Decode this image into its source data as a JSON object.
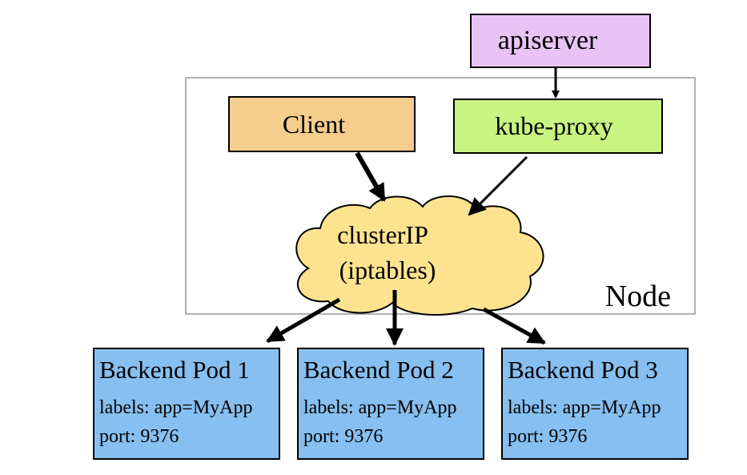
{
  "apiserver": {
    "label": "apiserver",
    "color": "#eac3f5"
  },
  "node": {
    "label": "Node"
  },
  "client": {
    "label": "Client",
    "color": "#f5cd8c"
  },
  "kube_proxy": {
    "label": "kube-proxy",
    "color": "#c8f582"
  },
  "cluster_ip": {
    "line1": "clusterIP",
    "line2": "(iptables)",
    "color": "#fde38f"
  },
  "pods": [
    {
      "title": "Backend Pod 1",
      "labels": "labels: app=MyApp",
      "port": "port: 9376"
    },
    {
      "title": "Backend Pod 2",
      "labels": "labels: app=MyApp",
      "port": "port: 9376"
    },
    {
      "title": "Backend Pod 3",
      "labels": "labels: app=MyApp",
      "port": "port: 9376"
    }
  ],
  "pod_color": "#86bff0"
}
